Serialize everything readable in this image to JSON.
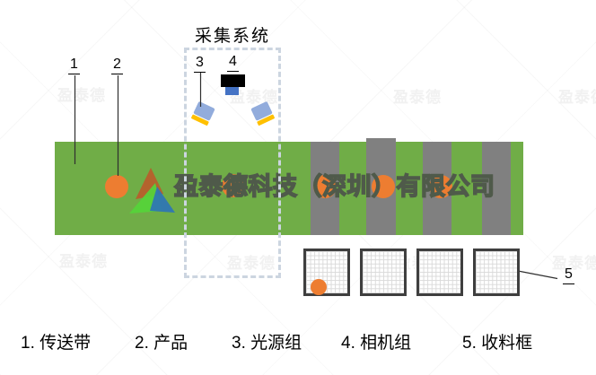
{
  "title": "采集系统",
  "watermark": {
    "brand_short": "盈泰德",
    "brand_full": "盈泰德科技（深圳）有限公司"
  },
  "callouts": {
    "c1": "1",
    "c2": "2",
    "c3": "3",
    "c4": "4",
    "c5": "5"
  },
  "legend": {
    "items": [
      "1. 传送带",
      "2. 产品",
      "3. 光源组",
      "4. 相机组",
      "5. 收料框"
    ]
  },
  "colors": {
    "belt_green": "#70ad47",
    "stripe_gray": "#808080",
    "product_orange": "#ed7d31",
    "camera_black": "#000000",
    "camera_lens_blue": "#4472c4",
    "light_body_blue": "#92acdc",
    "light_strip_yellow": "#ffc000",
    "dashed_border": "#ccd5e0",
    "box_border": "#3f3f3f",
    "logo_orange": "#b85c2b",
    "logo_green": "#55d43a",
    "logo_blue": "#2e74b6"
  }
}
